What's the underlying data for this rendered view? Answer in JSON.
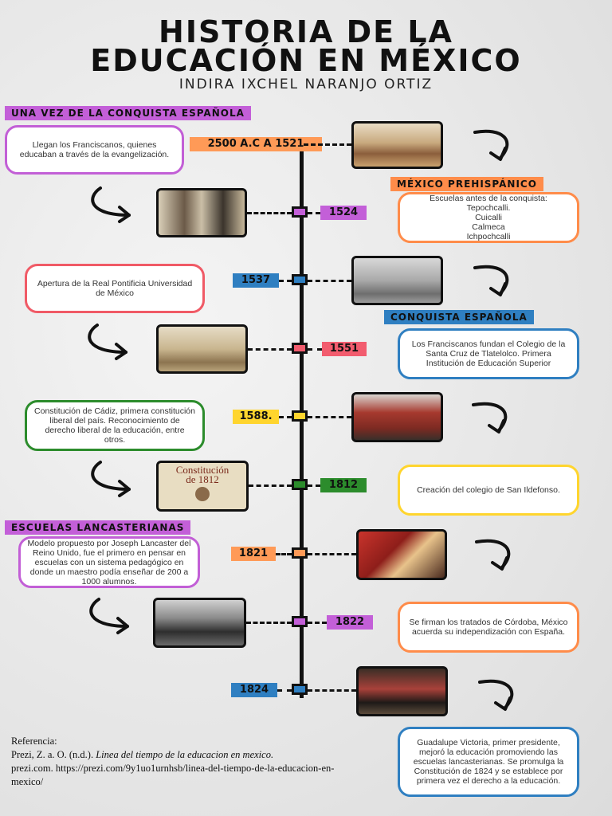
{
  "title_line1": "HISTORIA DE LA",
  "title_line2": "EDUCACIÓN EN MÉXICO",
  "author": "INDIRA IXCHEL NARANJO ORTIZ",
  "banners": {
    "conquista_intro": "UNA VEZ DE LA CONQUISTA ESPAÑOLA",
    "prehispanico": "MÉXICO PREHISPÁNICO",
    "conquista": "CONQUISTA ESPAÑOLA",
    "lancasterianas": "ESCUELAS LANCASTERIANAS"
  },
  "events": [
    {
      "date": "2500 A.C A 1521",
      "color": "#ff9a57",
      "text": "Llegan los Franciscanos, quienes educaban a través de la evangelización.",
      "box_color": "#c25fd6"
    },
    {
      "date": "1524",
      "color": "#c35fd8",
      "text": "Escuelas antes de la conquista:\nTepochcalli.\nCuicalli\nCalmeca\nIchpochcalli",
      "box_color": "#ff8c4a"
    },
    {
      "date": "1537",
      "color": "#2f7fc1",
      "text": "Apertura de la Real Pontificia Universidad de México",
      "box_color": "#f05a66"
    },
    {
      "date": "1551",
      "color": "#f25c6e",
      "text": "Los Franciscanos fundan el Colegio de la Santa Cruz de Tlatelolco. Primera Institución de Educación Superior",
      "box_color": "#2f7fc1"
    },
    {
      "date": "1588.",
      "color": "#ffd52e",
      "text": "Constitución de Cádiz, primera constitución liberal del país. Reconocimiento de derecho liberal de la educación, entre otros.",
      "box_color": "#2c8c2c"
    },
    {
      "date": "1812",
      "color": "#2c8c2c",
      "text": "Creación del colegio de San Ildefonso.",
      "box_color": "#ffd52e"
    },
    {
      "date": "1821",
      "color": "#ff9a57",
      "text": "Modelo propuesto por Joseph Lancaster del Reino Unido, fue el primero en pensar en escuelas con un sistema pedagógico en donde un maestro podía enseñar de 200 a 1000 alumnos.",
      "box_color": "#c25fd6"
    },
    {
      "date": "1822",
      "color": "#c35fd8",
      "text": "Se firman los tratados de Córdoba, México acuerda su independización con España.",
      "box_color": "#ff8c4a"
    },
    {
      "date": "1824",
      "color": "#2f7fc1",
      "text": "Guadalupe Victoria, primer presidente, mejoró la educación promoviendo las escuelas lancasterianas. Se promulga la Constitución de 1824 y se establece por primera vez el derecho a la educación.",
      "box_color": "#2f7fc1"
    }
  ],
  "constitucion_cover": {
    "line1": "Constitución",
    "line2": "de 1812"
  },
  "reference": {
    "heading": "Referencia:",
    "author": "Prezi, Z. a. O. (n.d.).",
    "work": "Linea del tiempo de la educacion en mexico.",
    "source": "prezi.com. https://prezi.com/9y1uo1urnhsb/linea-del-tiempo-de-la-educacion-en-mexico/"
  }
}
